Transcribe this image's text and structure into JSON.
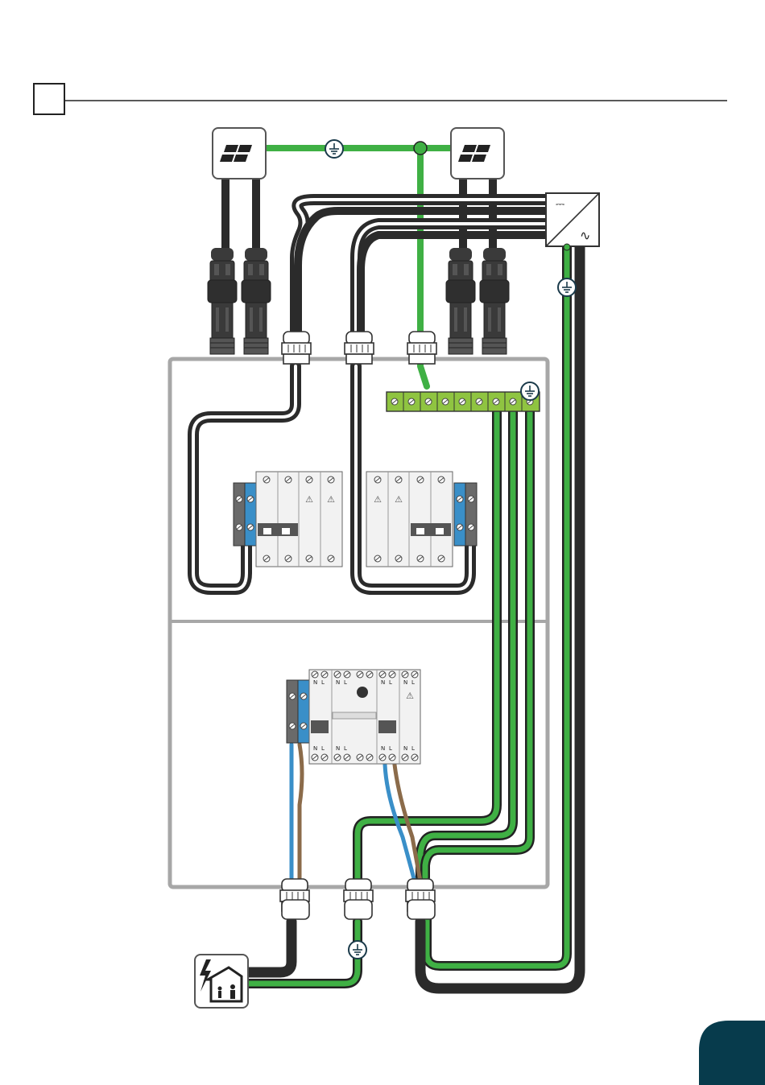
{
  "header": {
    "box_label": ""
  },
  "colors": {
    "ground_green": "#3fb044",
    "cable_black": "#2b2b2b",
    "cable_dark": "#333333",
    "neutral_blue": "#3a8fc8",
    "live_brown": "#8b6b4a",
    "enclosure_gray": "#a7a7a7",
    "terminal_green": "#8fc441",
    "corner_tab": "#073b4c"
  },
  "icons": {
    "pv_module_left": "solar-panel-icon",
    "pv_module_right": "solar-panel-icon",
    "inverter": "dc-ac-inverter-icon",
    "ground_symbol": "ground-icon",
    "house_grid": "house-grid-icon"
  },
  "symbols": {
    "dc": "⎓",
    "ac": "∿",
    "neutral": "N",
    "live": "L"
  },
  "ac_breakers": {
    "terminal_letters": [
      "N",
      "L"
    ]
  },
  "page_tab": {
    "label": ""
  }
}
